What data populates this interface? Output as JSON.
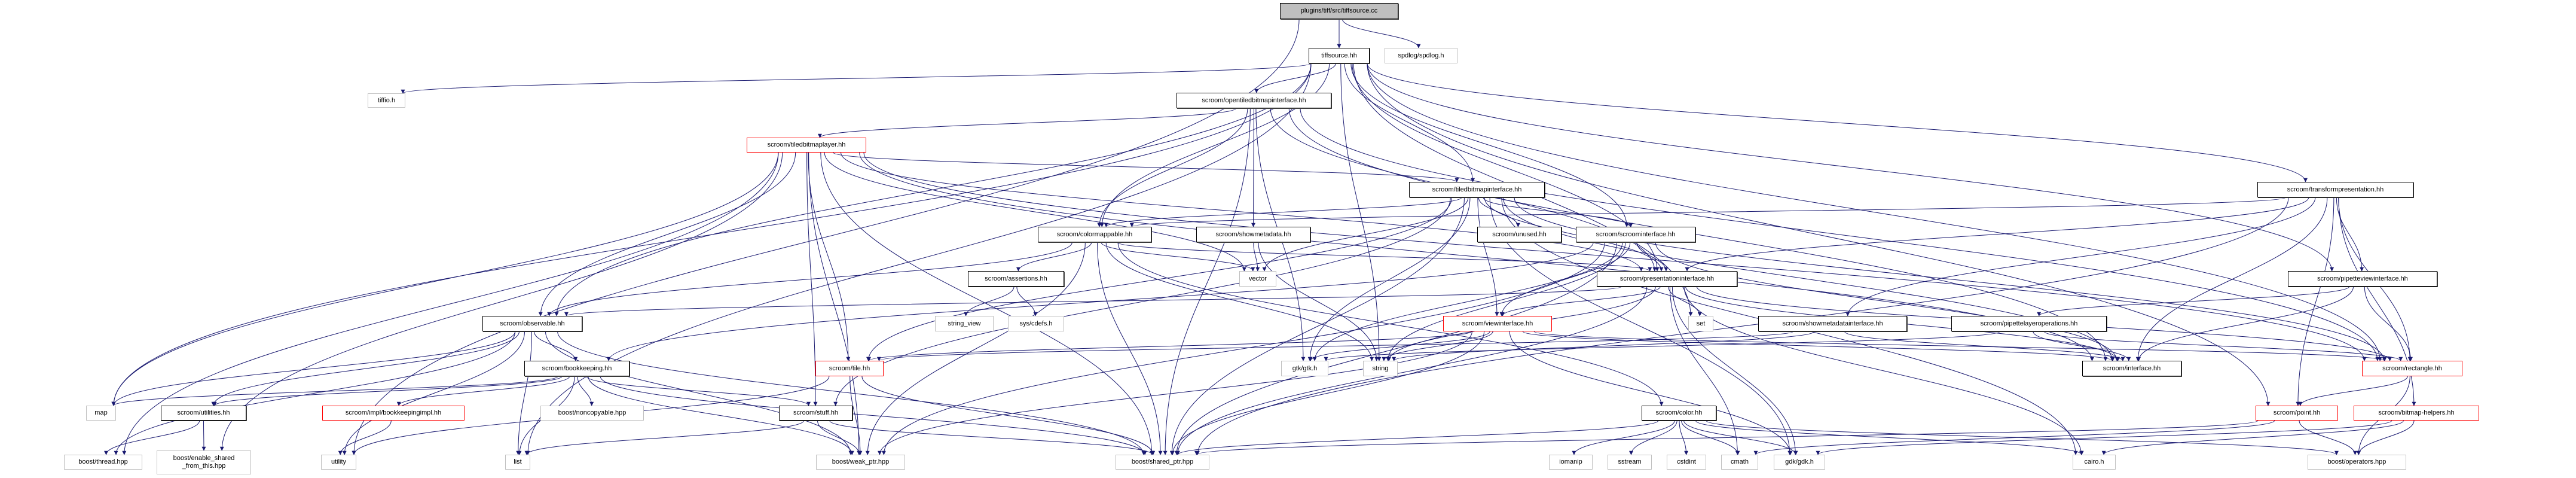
{
  "colors": {
    "edge": "#191970",
    "root_fill": "#bfbfbf",
    "truncated_border": "#ff0000",
    "external_border": "#bfbfbf",
    "documented_border": "#000000"
  },
  "nodes": [
    {
      "id": "title",
      "label": "plugins/tiff/src/tiffsource.cc",
      "kind": "root"
    },
    {
      "id": "tiffsource_hh",
      "label": "tiffsource.hh",
      "kind": "doc"
    },
    {
      "id": "spdlog",
      "label": "spdlog/spdlog.h",
      "kind": "ext"
    },
    {
      "id": "tiffio",
      "label": "tiffio.h",
      "kind": "ext"
    },
    {
      "id": "opentiled",
      "label": "scroom/opentiledbitmapinterface.hh",
      "kind": "doc"
    },
    {
      "id": "tbl",
      "label": "scroom/tiledbitmaplayer.hh",
      "kind": "trunc"
    },
    {
      "id": "tbi",
      "label": "scroom/tiledbitmapinterface.hh",
      "kind": "doc"
    },
    {
      "id": "transform",
      "label": "scroom/transformpresentation.hh",
      "kind": "doc"
    },
    {
      "id": "colormappable",
      "label": "scroom/colormappable.hh",
      "kind": "doc"
    },
    {
      "id": "showmetadata",
      "label": "scroom/showmetadata.hh",
      "kind": "doc"
    },
    {
      "id": "unused",
      "label": "scroom/unused.hh",
      "kind": "doc"
    },
    {
      "id": "scroominterface",
      "label": "scroom/scroominterface.hh",
      "kind": "doc"
    },
    {
      "id": "assertions",
      "label": "scroom/assertions.hh",
      "kind": "doc"
    },
    {
      "id": "vector",
      "label": "vector",
      "kind": "ext"
    },
    {
      "id": "presentation",
      "label": "scroom/presentationinterface.hh",
      "kind": "doc"
    },
    {
      "id": "pipetteview",
      "label": "scroom/pipetteviewinterface.hh",
      "kind": "doc"
    },
    {
      "id": "observable",
      "label": "scroom/observable.hh",
      "kind": "doc"
    },
    {
      "id": "string_view",
      "label": "string_view",
      "kind": "ext"
    },
    {
      "id": "cdefs",
      "label": "sys/cdefs.h",
      "kind": "ext"
    },
    {
      "id": "viewinterface",
      "label": "scroom/viewinterface.hh",
      "kind": "trunc"
    },
    {
      "id": "set",
      "label": "set",
      "kind": "ext"
    },
    {
      "id": "showmetadatainterface",
      "label": "scroom/showmetadatainterface.hh",
      "kind": "doc"
    },
    {
      "id": "pipettelayer",
      "label": "scroom/pipettelayeroperations.hh",
      "kind": "doc"
    },
    {
      "id": "bookkeeping",
      "label": "scroom/bookkeeping.hh",
      "kind": "doc"
    },
    {
      "id": "tile",
      "label": "scroom/tile.hh",
      "kind": "trunc"
    },
    {
      "id": "gtk",
      "label": "gtk/gtk.h",
      "kind": "ext"
    },
    {
      "id": "string",
      "label": "string",
      "kind": "ext"
    },
    {
      "id": "interface",
      "label": "scroom/interface.hh",
      "kind": "doc"
    },
    {
      "id": "rectangle",
      "label": "scroom/rectangle.hh",
      "kind": "trunc"
    },
    {
      "id": "map",
      "label": "map",
      "kind": "ext"
    },
    {
      "id": "utilities",
      "label": "scroom/utilities.hh",
      "kind": "doc"
    },
    {
      "id": "bkimpl",
      "label": "scroom/impl/bookkeepingimpl.hh",
      "kind": "trunc"
    },
    {
      "id": "noncopyable",
      "label": "boost/noncopyable.hpp",
      "kind": "ext"
    },
    {
      "id": "stuff",
      "label": "scroom/stuff.hh",
      "kind": "doc"
    },
    {
      "id": "color",
      "label": "scroom/color.hh",
      "kind": "doc"
    },
    {
      "id": "point",
      "label": "scroom/point.hh",
      "kind": "trunc"
    },
    {
      "id": "bitmaphelpers",
      "label": "scroom/bitmap-helpers.hh",
      "kind": "trunc"
    },
    {
      "id": "thread",
      "label": "boost/thread.hpp",
      "kind": "ext"
    },
    {
      "id": "enable_shared",
      "label": "boost/enable_shared\n_from_this.hpp",
      "kind": "ext"
    },
    {
      "id": "utility",
      "label": "utility",
      "kind": "ext"
    },
    {
      "id": "list",
      "label": "list",
      "kind": "ext"
    },
    {
      "id": "weak_ptr",
      "label": "boost/weak_ptr.hpp",
      "kind": "ext"
    },
    {
      "id": "shared_ptr",
      "label": "boost/shared_ptr.hpp",
      "kind": "ext"
    },
    {
      "id": "iomanip",
      "label": "iomanip",
      "kind": "ext"
    },
    {
      "id": "sstream",
      "label": "sstream",
      "kind": "ext"
    },
    {
      "id": "cstdint",
      "label": "cstdint",
      "kind": "ext"
    },
    {
      "id": "cmath",
      "label": "cmath",
      "kind": "ext"
    },
    {
      "id": "gdk",
      "label": "gdk/gdk.h",
      "kind": "ext"
    },
    {
      "id": "cairo",
      "label": "cairo.h",
      "kind": "ext"
    },
    {
      "id": "operators",
      "label": "boost/operators.hpp",
      "kind": "ext"
    }
  ],
  "edges": [
    [
      "title",
      "tiffsource_hh"
    ],
    [
      "title",
      "spdlog"
    ],
    [
      "title",
      "utility"
    ],
    [
      "tiffsource_hh",
      "tiffio"
    ],
    [
      "tiffsource_hh",
      "map"
    ],
    [
      "tiffsource_hh",
      "opentiled"
    ],
    [
      "tiffsource_hh",
      "colormappable"
    ],
    [
      "tiffsource_hh",
      "observable"
    ],
    [
      "tiffsource_hh",
      "tbi"
    ],
    [
      "tiffsource_hh",
      "scroominterface"
    ],
    [
      "tiffsource_hh",
      "presentation"
    ],
    [
      "tiffsource_hh",
      "transform"
    ],
    [
      "tiffsource_hh",
      "pipetteview"
    ],
    [
      "tiffsource_hh",
      "rectangle"
    ],
    [
      "tiffsource_hh",
      "string"
    ],
    [
      "tiffsource_hh",
      "list"
    ],
    [
      "tiffsource_hh",
      "set"
    ],
    [
      "tiffsource_hh",
      "point"
    ],
    [
      "opentiled",
      "tbl"
    ],
    [
      "opentiled",
      "colormappable"
    ],
    [
      "opentiled",
      "showmetadata"
    ],
    [
      "opentiled",
      "presentation"
    ],
    [
      "opentiled",
      "interface"
    ],
    [
      "opentiled",
      "rectangle"
    ],
    [
      "opentiled",
      "shared_ptr"
    ],
    [
      "opentiled",
      "gtk"
    ],
    [
      "tbl",
      "map"
    ],
    [
      "tbl",
      "thread"
    ],
    [
      "tbl",
      "enable_shared"
    ],
    [
      "tbl",
      "observable"
    ],
    [
      "tbl",
      "tile"
    ],
    [
      "tbl",
      "stuff"
    ],
    [
      "tbl",
      "weak_ptr"
    ],
    [
      "tbl",
      "shared_ptr"
    ],
    [
      "tbl",
      "tbi"
    ],
    [
      "tbl",
      "vector"
    ],
    [
      "tbl",
      "presentation"
    ],
    [
      "tbl",
      "interface"
    ],
    [
      "tbl",
      "rectangle"
    ],
    [
      "tbi",
      "scroominterface"
    ],
    [
      "tbi",
      "unused"
    ],
    [
      "tbi",
      "viewinterface"
    ],
    [
      "tbi",
      "presentation"
    ],
    [
      "tbi",
      "vector"
    ],
    [
      "tbi",
      "colormappable"
    ],
    [
      "tbi",
      "tile"
    ],
    [
      "tbi",
      "stuff"
    ],
    [
      "tbi",
      "gtk"
    ],
    [
      "tbi",
      "shared_ptr"
    ],
    [
      "tbi",
      "rectangle"
    ],
    [
      "tbi",
      "interface"
    ],
    [
      "tbi",
      "gdk"
    ],
    [
      "tbi",
      "cairo"
    ],
    [
      "colormappable",
      "observable"
    ],
    [
      "colormappable",
      "assertions"
    ],
    [
      "colormappable",
      "vector"
    ],
    [
      "colormappable",
      "color"
    ],
    [
      "colormappable",
      "shared_ptr"
    ],
    [
      "colormappable",
      "weak_ptr"
    ],
    [
      "colormappable",
      "string"
    ],
    [
      "colormappable",
      "presentation"
    ],
    [
      "showmetadata",
      "vector"
    ],
    [
      "showmetadata",
      "string"
    ],
    [
      "assertions",
      "string_view"
    ],
    [
      "assertions",
      "cdefs"
    ],
    [
      "scroominterface",
      "presentation"
    ],
    [
      "scroominterface",
      "viewinterface"
    ],
    [
      "scroominterface",
      "string"
    ],
    [
      "scroominterface",
      "gtk"
    ],
    [
      "scroominterface",
      "shared_ptr"
    ],
    [
      "scroominterface",
      "weak_ptr"
    ],
    [
      "scroominterface",
      "interface"
    ],
    [
      "scroominterface",
      "bookkeeping"
    ],
    [
      "presentation",
      "viewinterface"
    ],
    [
      "presentation",
      "set"
    ],
    [
      "presentation",
      "string"
    ],
    [
      "presentation",
      "observable"
    ],
    [
      "presentation",
      "rectangle"
    ],
    [
      "presentation",
      "interface"
    ],
    [
      "presentation",
      "cmath"
    ],
    [
      "presentation",
      "gdk"
    ],
    [
      "presentation",
      "shared_ptr"
    ],
    [
      "presentation",
      "cairo"
    ],
    [
      "viewinterface",
      "gtk"
    ],
    [
      "viewinterface",
      "string"
    ],
    [
      "viewinterface",
      "shared_ptr"
    ],
    [
      "viewinterface",
      "weak_ptr"
    ],
    [
      "viewinterface",
      "interface"
    ],
    [
      "viewinterface",
      "rectangle"
    ],
    [
      "viewinterface",
      "gdk"
    ],
    [
      "viewinterface",
      "tile"
    ],
    [
      "observable",
      "map"
    ],
    [
      "observable",
      "utilities"
    ],
    [
      "observable",
      "list"
    ],
    [
      "observable",
      "bookkeeping"
    ],
    [
      "observable",
      "weak_ptr"
    ],
    [
      "observable",
      "shared_ptr"
    ],
    [
      "observable",
      "thread"
    ],
    [
      "observable",
      "utility"
    ],
    [
      "bookkeeping",
      "map"
    ],
    [
      "bookkeeping",
      "utilities"
    ],
    [
      "bookkeeping",
      "bkimpl"
    ],
    [
      "bookkeeping",
      "noncopyable"
    ],
    [
      "bookkeeping",
      "list"
    ],
    [
      "bookkeeping",
      "stuff"
    ],
    [
      "bookkeeping",
      "shared_ptr"
    ],
    [
      "bookkeeping",
      "weak_ptr"
    ],
    [
      "utilities",
      "thread"
    ],
    [
      "utilities",
      "enable_shared"
    ],
    [
      "bkimpl",
      "utility"
    ],
    [
      "tile",
      "weak_ptr"
    ],
    [
      "tile",
      "shared_ptr"
    ],
    [
      "tile",
      "utility"
    ],
    [
      "stuff",
      "weak_ptr"
    ],
    [
      "stuff",
      "shared_ptr"
    ],
    [
      "stuff",
      "list"
    ],
    [
      "color",
      "iomanip"
    ],
    [
      "color",
      "sstream"
    ],
    [
      "color",
      "cstdint"
    ],
    [
      "color",
      "cmath"
    ],
    [
      "color",
      "gdk"
    ],
    [
      "color",
      "operators"
    ],
    [
      "color",
      "shared_ptr"
    ],
    [
      "color",
      "cairo"
    ],
    [
      "transform",
      "presentation"
    ],
    [
      "transform",
      "showmetadatainterface"
    ],
    [
      "transform",
      "pipetteview"
    ],
    [
      "transform",
      "colormappable"
    ],
    [
      "transform",
      "rectangle"
    ],
    [
      "transform",
      "point"
    ],
    [
      "transform",
      "bitmaphelpers"
    ],
    [
      "transform",
      "interface"
    ],
    [
      "transform",
      "shared_ptr"
    ],
    [
      "showmetadatainterface",
      "string"
    ],
    [
      "showmetadatainterface",
      "tile"
    ],
    [
      "showmetadatainterface",
      "interface"
    ],
    [
      "pipetteview",
      "pipettelayer"
    ],
    [
      "pipetteview",
      "interface"
    ],
    [
      "pipetteview",
      "rectangle"
    ],
    [
      "pipettelayer",
      "interface"
    ],
    [
      "pipettelayer",
      "rectangle"
    ],
    [
      "pipettelayer",
      "gtk"
    ],
    [
      "rectangle",
      "point"
    ],
    [
      "rectangle",
      "operators"
    ],
    [
      "point",
      "operators"
    ],
    [
      "point",
      "cmath"
    ],
    [
      "point",
      "shared_ptr"
    ],
    [
      "bitmaphelpers",
      "cairo"
    ],
    [
      "bitmaphelpers",
      "operators"
    ],
    [
      "bitmaphelpers",
      "gdk"
    ]
  ]
}
